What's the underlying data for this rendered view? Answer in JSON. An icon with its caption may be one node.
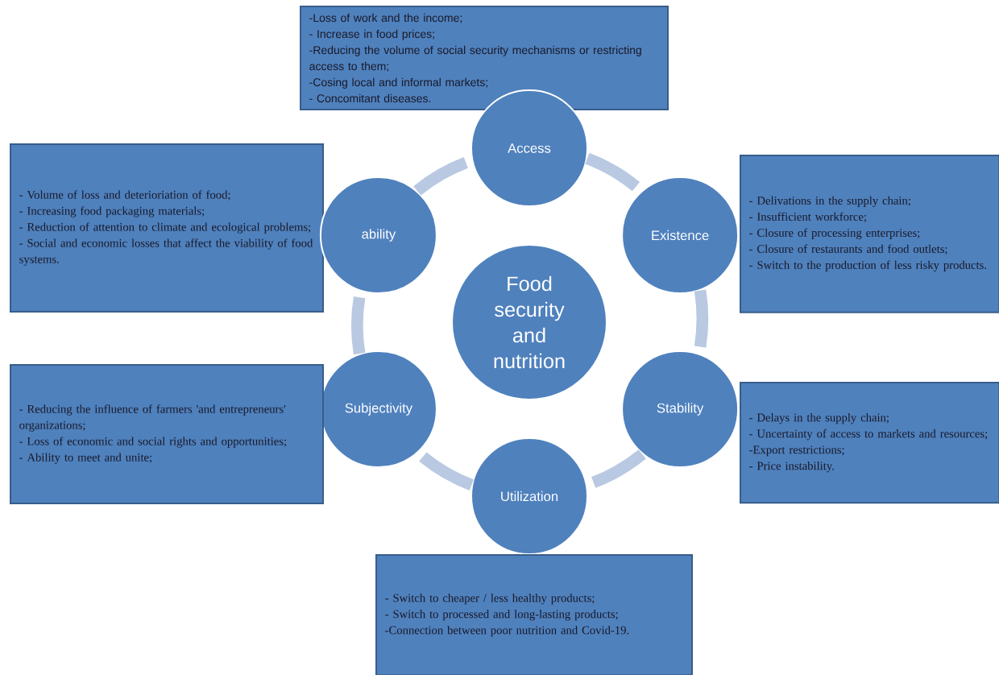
{
  "diagram": {
    "nodes": [
      {
        "text": [
          "-Loss of work and the income;",
          "- Increase in food prices;",
          "-Reducing the volume of social security mechanisms or restricting access to them;",
          "-Cosing local and informal markets;",
          "- Concomitant diseases."
        ]
      },
      {
        "text": [
          "Access"
        ]
      },
      {
        "text": [
          "- Volume of loss and deterioriation of food;",
          "- Increasing food packaging materials;",
          "- Reduction of attention to climate and ecological problems;",
          "- Social and economic losses that affect the viability of food systems."
        ]
      },
      {
        "text": [
          "- Delivations in the supply chain;",
          "- Insufficient workforce;",
          "- Closure of processing enterprises;",
          "- Closure of restaurants and food outlets;",
          "- Switch to the production of less risky products."
        ]
      },
      {
        "text": [
          "ability"
        ]
      },
      {
        "text": [
          "Existence"
        ]
      },
      {
        "text": [
          "Food security and nutrition"
        ]
      },
      {
        "text": [
          "Subjectivity"
        ]
      },
      {
        "text": [
          "Stability"
        ]
      },
      {
        "text": [
          "- Reducing the influence of farmers 'and entrepreneurs' organizations;",
          "- Loss of economic and social rights and opportunities;",
          "- Ability to meet and unite;"
        ]
      },
      {
        "text": [
          "- Delays in the supply chain;",
          "- Uncertainty of access to markets and resources;",
          "-Export restrictions;",
          "- Price instability."
        ]
      },
      {
        "text": [
          "Utilization"
        ]
      },
      {
        "text": [
          "- Switch to cheaper / less healthy products;",
          "- Switch to processed and long-lasting products;",
          "-Connection between poor nutrition and Covid-19."
        ]
      }
    ],
    "edges": [
      {
        "from": 1,
        "to": 5,
        "arrow": "none"
      },
      {
        "from": 5,
        "to": 8,
        "arrow": "none"
      },
      {
        "from": 8,
        "to": 11,
        "arrow": "none"
      },
      {
        "from": 11,
        "to": 7,
        "arrow": "none"
      },
      {
        "from": 7,
        "to": 4,
        "arrow": "none"
      },
      {
        "from": 4,
        "to": 1,
        "arrow": "none"
      }
    ]
  }
}
